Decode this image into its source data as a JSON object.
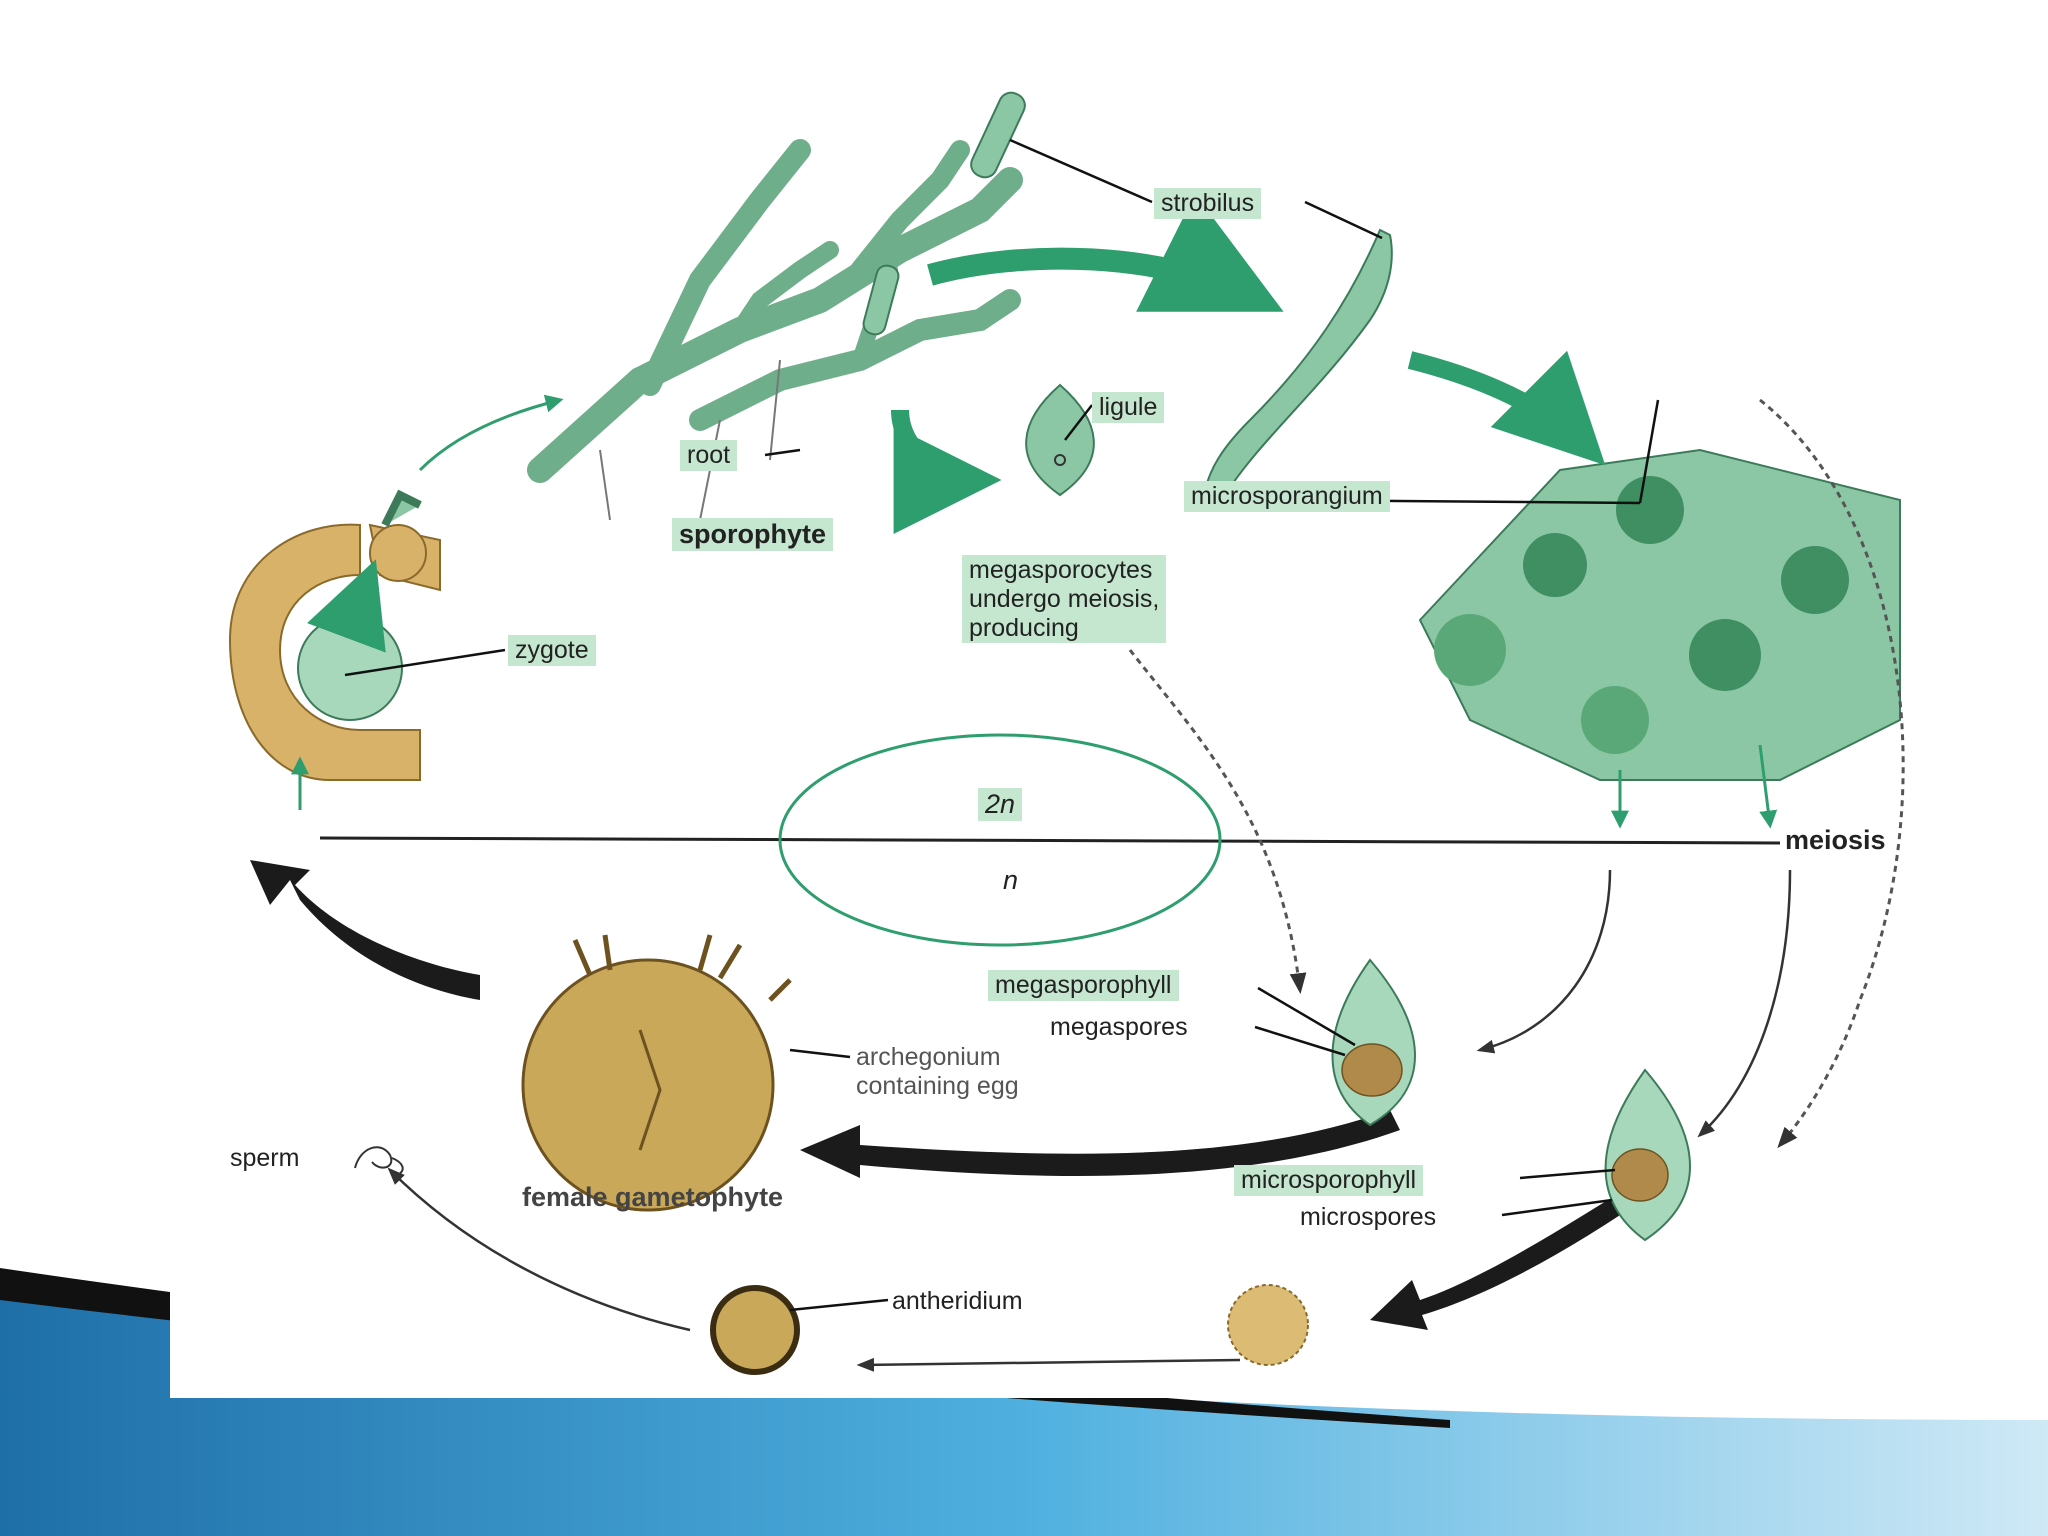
{
  "labels": {
    "strobilus": "strobilus",
    "ligule": "ligule",
    "root": "root",
    "sporophyte": "sporophyte",
    "microsporangium": "microsporangium",
    "megasporocytes": "megasporocytes\nundergo meiosis,\nproducing",
    "zygote": "zygote",
    "diploid": "2n",
    "haploid": "n",
    "meiosis": "meiosis",
    "megasporophyll": "megasporophyll",
    "megaspores": "megaspores",
    "archegonium": "archegonium\ncontaining egg",
    "sperm": "sperm",
    "female_gametophyte": "female gametophyte",
    "microsporophyll": "microsporophyll",
    "microspores": "microspores",
    "antheridium": "antheridium"
  },
  "colors": {
    "plant_green": "#8cc7a5",
    "arrow_green": "#2f9e6e",
    "gametophyte_tan": "#c9a85a",
    "label_box": "#c5e6cf",
    "dark_arrow": "#1b1b1b",
    "slide_blue": "#2a82b8"
  }
}
